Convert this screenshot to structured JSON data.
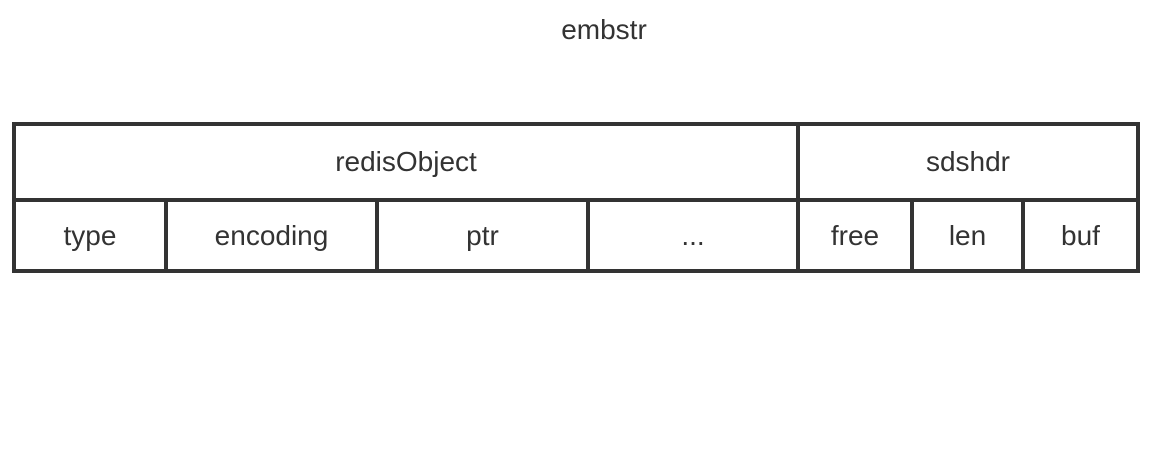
{
  "title": "embstr",
  "colors": {
    "line": "#333333",
    "text": "#333333",
    "background": "#ffffff"
  },
  "diagram": {
    "header_cells": [
      {
        "label": "redisObject",
        "span": 4
      },
      {
        "label": "sdshdr",
        "span": 3
      }
    ],
    "field_cells": [
      {
        "label": "type"
      },
      {
        "label": "encoding"
      },
      {
        "label": "ptr"
      },
      {
        "label": "..."
      },
      {
        "label": "free"
      },
      {
        "label": "len"
      },
      {
        "label": "buf"
      }
    ]
  }
}
